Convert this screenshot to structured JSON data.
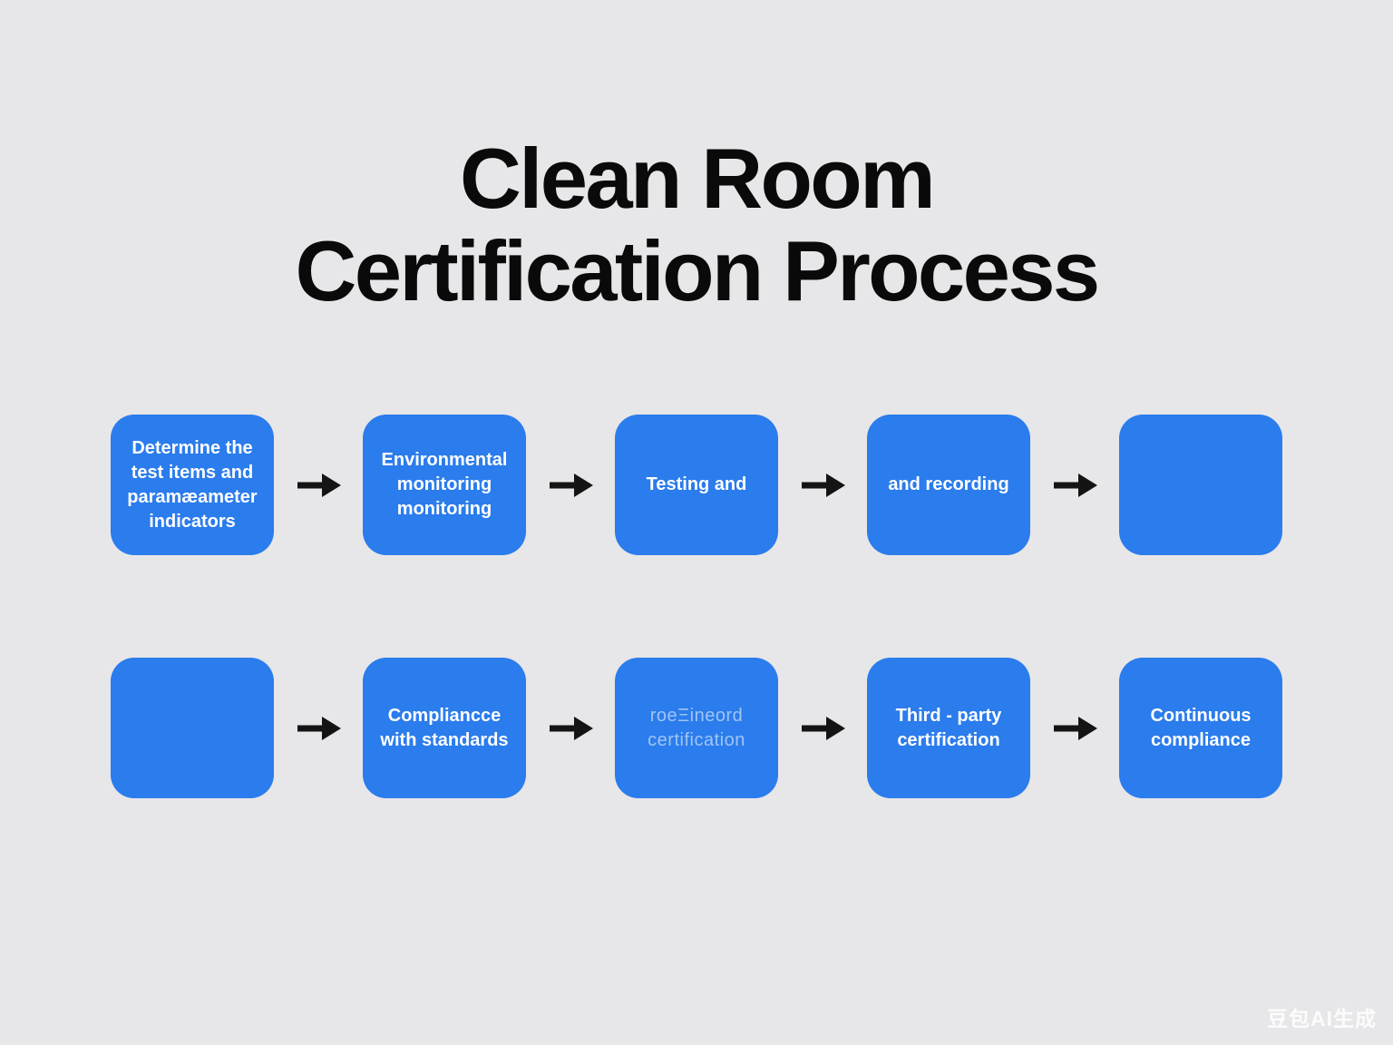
{
  "title": {
    "line1": "Clean Room",
    "line2": "Certification Process"
  },
  "colors": {
    "background": "#e7e6e8",
    "box": "#2b7cec",
    "box_text": "#ffffff",
    "arrow": "#141414",
    "title": "#0a0a0a"
  },
  "rows": [
    {
      "boxes": [
        {
          "label": "Determine the test items and paramæameter indicators"
        },
        {
          "label": "Environmental monitoring monitoring"
        },
        {
          "label": "Testing and"
        },
        {
          "label": "and recording"
        },
        {
          "label": ""
        }
      ]
    },
    {
      "boxes": [
        {
          "label": ""
        },
        {
          "label": "Compliancce with standards"
        },
        {
          "label": "roeΞineord certification"
        },
        {
          "label": "Third - party certification"
        },
        {
          "label": "Continuous compliance"
        }
      ]
    }
  ],
  "watermark": "豆包AI生成"
}
